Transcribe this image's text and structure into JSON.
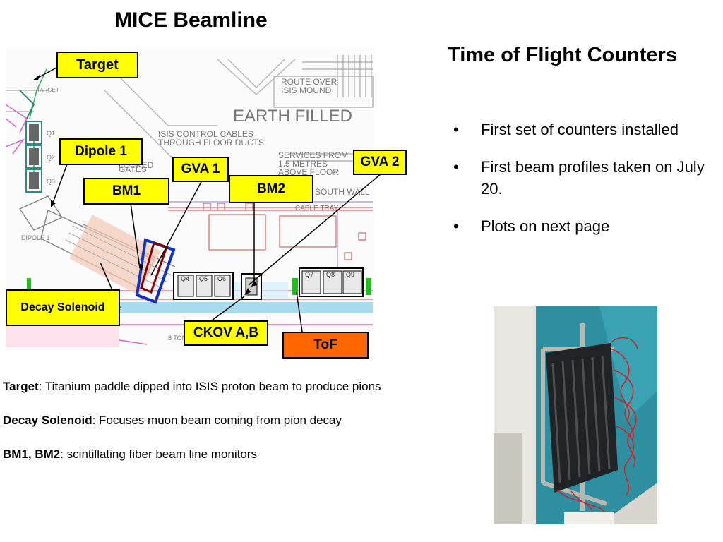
{
  "titles": {
    "main": "MICE Beamline",
    "tof": "Time of Flight Counters"
  },
  "callouts": {
    "target": "Target",
    "dipole1": "Dipole 1",
    "gva1": "GVA 1",
    "gva2": "GVA 2",
    "bm1": "BM1",
    "bm2": "BM2",
    "decay_solenoid": "Decay Solenoid",
    "ckov": "CKOV A,B",
    "tof": "ToF"
  },
  "drawing_text": {
    "route_over": "ROUTE OVER",
    "isis_mound": "ISIS MOUND",
    "earth_filled": "EARTH FILLED",
    "isis_control_cables": "ISIS CONTROL CABLES",
    "through_floor_ducts": "THROUGH FLOOR DUCTS",
    "services_from": "SERVICES FROM",
    "metres": "1.5 METRES",
    "above_floor": "ABOVE FLOOR",
    "cable_tray": "CABLE TRAY",
    "south_wall": "SOUTH WALL",
    "target_small": "TARGET",
    "q1": "Q1",
    "q2": "Q2",
    "q3": "Q3",
    "q4": "Q4",
    "q5": "Q5",
    "q6": "Q6",
    "q7": "Q7",
    "q8": "Q8",
    "q9": "Q9",
    "dipole1_small": "DIPOLE 1",
    "gates": "GATES",
    "locked": "LOCKED",
    "ton": "8 TON UNI"
  },
  "bullets": [
    "First set of counters installed",
    "First beam profiles taken on July 20.",
    "Plots on next page"
  ],
  "bullet_glyph": "•",
  "definitions": [
    {
      "term": "Target",
      "text": ":  Titanium paddle dipped into ISIS proton beam to produce pions"
    },
    {
      "term": "Decay Solenoid",
      "text": ":  Focuses muon beam coming from pion decay"
    },
    {
      "term": "BM1, BM2",
      "text": ":  scintillating fiber beam line monitors"
    }
  ],
  "colors": {
    "callout_yellow": "#ffff00",
    "tof_orange": "#ff6600",
    "photo_teal": "#2e8fa0"
  }
}
